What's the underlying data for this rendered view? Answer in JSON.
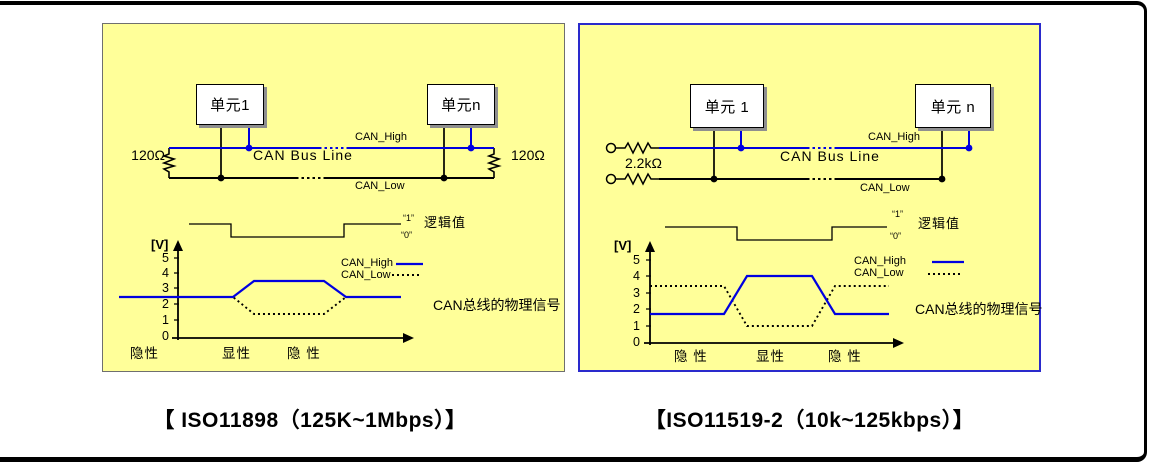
{
  "colors": {
    "panel_bg": "#FFFF99",
    "left_panel_border": "#6f6f6f",
    "right_panel_border": "#2a2acc",
    "bus_high_blue": "#0000E0",
    "frame_black": "#000000",
    "unit_box_shadow": "#8f8f8f"
  },
  "panels": [
    {
      "standard": "ISO11898",
      "caption": "【 ISO11898（125K~1Mbps）】",
      "unit_first": "单元1",
      "unit_last": "单元n",
      "terminator_left": "120Ω",
      "terminator_right": "120Ω",
      "bus_line_label": "CAN Bus Line",
      "can_high": "CAN_High",
      "can_low": "CAN_Low",
      "logic_one": "“1”",
      "logic_zero": "“0”",
      "logic_label": "逻辑值",
      "volt_unit": "[V]",
      "volt_ticks": [
        "5",
        "4",
        "3",
        "2",
        "1",
        "0"
      ],
      "legend_high": "CAN_High",
      "legend_low": "CAN_Low",
      "signal_label": "CAN总线的物理信号",
      "phase_labels": [
        "隐性",
        "显性",
        "隐 性"
      ]
    },
    {
      "standard": "ISO11519-2",
      "caption": "【ISO11519-2（10k~125kbps）】",
      "unit_first": "单元 1",
      "unit_last": "单元 n",
      "terminator": "2.2kΩ",
      "bus_line_label": "CAN Bus Line",
      "can_high": "CAN_High",
      "can_low": "CAN_Low",
      "logic_one": "“1”",
      "logic_zero": "“0”",
      "logic_label": "逻辑值",
      "volt_unit": "[V]",
      "volt_ticks": [
        "5",
        "4",
        "3",
        "2",
        "1",
        "0"
      ],
      "legend_high": "CAN_High",
      "legend_low": "CAN_Low",
      "signal_label": "CAN总线的物理信号",
      "phase_labels": [
        "隐 性",
        "显性",
        "隐 性"
      ]
    }
  ],
  "chart_data": [
    {
      "type": "line",
      "title": "ISO11898 CAN总线的物理信号",
      "ylabel": "[V]",
      "ylim": [
        0,
        5
      ],
      "x_phases": [
        "隐性",
        "显性",
        "隐 性"
      ],
      "logic_levels": [
        "1",
        "0",
        "1"
      ],
      "series": [
        {
          "name": "CAN_High",
          "style": "solid blue",
          "values_v": [
            2.5,
            2.5,
            3.5,
            3.5,
            2.5,
            2.5
          ]
        },
        {
          "name": "CAN_Low",
          "style": "dotted black",
          "values_v": [
            2.5,
            2.5,
            1.5,
            1.5,
            2.5,
            2.5
          ]
        }
      ]
    },
    {
      "type": "line",
      "title": "ISO11519-2 CAN总线的物理信号",
      "ylabel": "[V]",
      "ylim": [
        0,
        5
      ],
      "x_phases": [
        "隐 性",
        "显性",
        "隐 性"
      ],
      "logic_levels": [
        "1",
        "0",
        "1"
      ],
      "series": [
        {
          "name": "CAN_High",
          "style": "solid blue",
          "values_v": [
            1.75,
            1.75,
            4,
            4,
            1.75,
            1.75
          ]
        },
        {
          "name": "CAN_Low",
          "style": "dotted black",
          "values_v": [
            3.25,
            3.25,
            1,
            1,
            3.25,
            3.25
          ]
        }
      ]
    }
  ]
}
